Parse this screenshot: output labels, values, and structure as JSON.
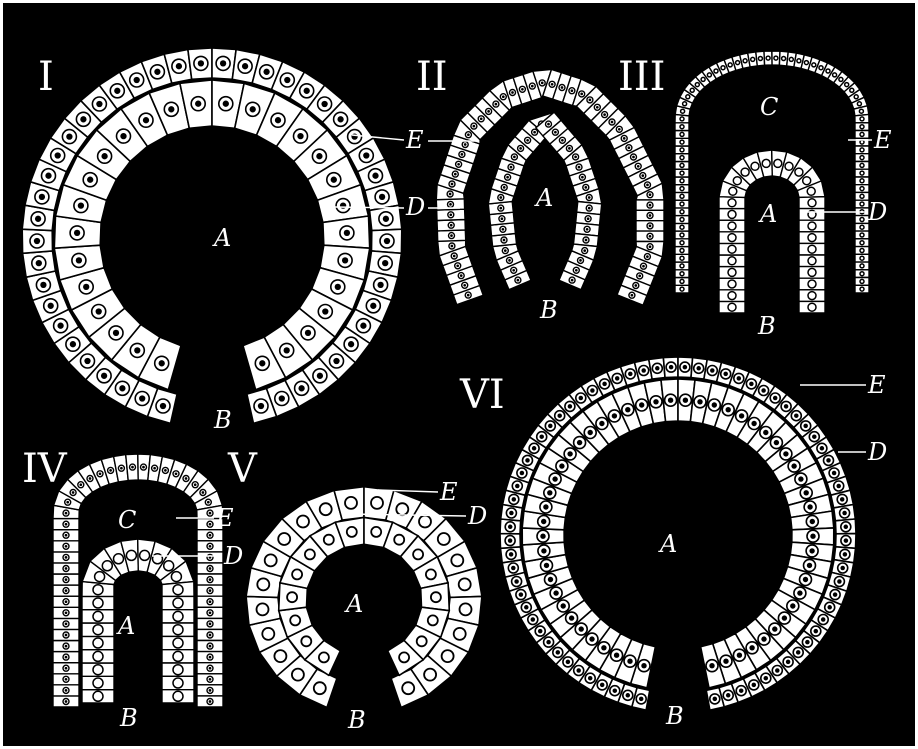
{
  "plate": {
    "background_color": "#000000",
    "cell_color": "#ffffff",
    "outline_color": "#000000"
  },
  "figures": [
    {
      "id": "I",
      "numeral": "I",
      "labels": {
        "cavity": "A",
        "opening": "B",
        "outer_layer": "E",
        "inner_layer": "D"
      }
    },
    {
      "id": "II",
      "numeral": "II",
      "labels": {
        "cavity": "A",
        "opening": "B"
      }
    },
    {
      "id": "III",
      "numeral": "III",
      "labels": {
        "cavity": "A",
        "opening": "B",
        "space": "C",
        "outer_layer": "E",
        "inner_layer": "D"
      }
    },
    {
      "id": "IV",
      "numeral": "IV",
      "labels": {
        "cavity": "A",
        "opening": "B",
        "space": "C",
        "outer_layer": "E",
        "inner_layer": "D"
      }
    },
    {
      "id": "V",
      "numeral": "V",
      "labels": {
        "cavity": "A",
        "opening": "B",
        "outer_layer": "E",
        "inner_layer": "D"
      }
    },
    {
      "id": "VI",
      "numeral": "VI",
      "labels": {
        "cavity": "A",
        "opening": "B",
        "outer_layer": "E",
        "inner_layer": "D"
      }
    }
  ]
}
